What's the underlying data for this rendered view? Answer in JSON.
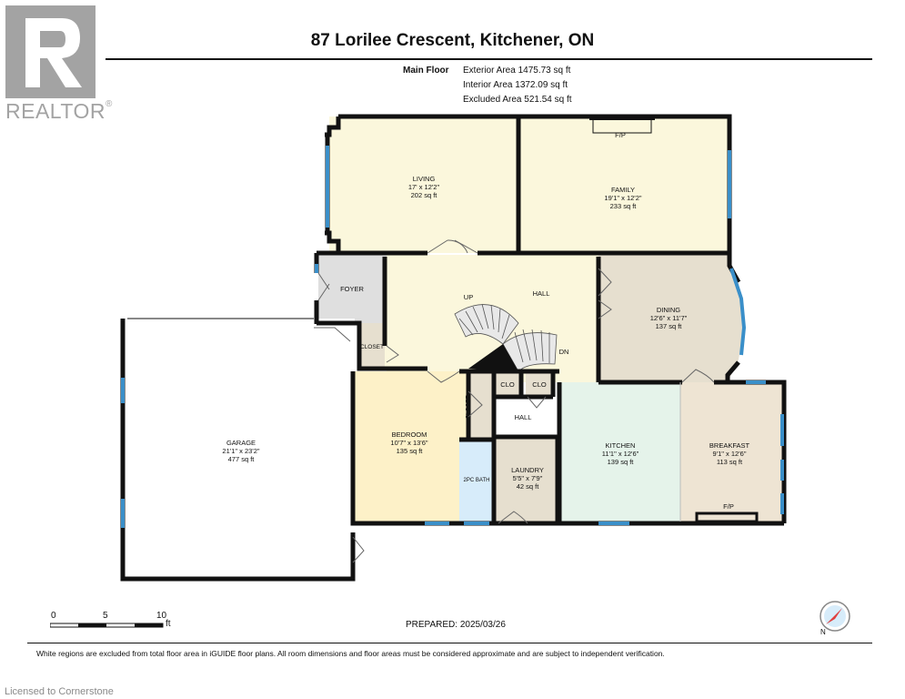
{
  "header": {
    "title": "87 Lorilee Crescent, Kitchener, ON",
    "floor_label": "Main Floor",
    "exterior_area": "Exterior Area 1475.73 sq ft",
    "interior_area": "Interior Area 1372.09 sq ft",
    "excluded_area": "Excluded Area 521.54 sq ft"
  },
  "logo": {
    "text": "REALTOR",
    "mark": "®",
    "icon": "realtor-r-logo"
  },
  "rooms": {
    "living": {
      "name": "LIVING",
      "dims": "17' x 12'2\"",
      "area": "202 sq ft",
      "color": "#fbf7dc"
    },
    "family": {
      "name": "FAMILY",
      "dims": "19'1\" x 12'2\"",
      "area": "233 sq ft",
      "color": "#fbf7dc"
    },
    "fireplace_family": "F/P",
    "foyer": {
      "name": "FOYER",
      "color": "#dfdfdf"
    },
    "hall_main": {
      "name": "HALL",
      "color": "#fbf7dc"
    },
    "stair_up": "UP",
    "stair_dn": "DN",
    "closet_foyer": "CLOSET",
    "dining": {
      "name": "DINING",
      "dims": "12'6\" x 11'7\"",
      "area": "137 sq ft",
      "color": "#e6dfcf"
    },
    "garage": {
      "name": "GARAGE",
      "dims": "21'1\" x 23'2\"",
      "area": "477 sq ft"
    },
    "bedroom": {
      "name": "BEDROOM",
      "dims": "10'7\" x 13'6\"",
      "area": "135 sq ft",
      "color": "#fdf1c8"
    },
    "closet_bed": "CLOSET",
    "clo1": "CLO",
    "clo2": "CLO",
    "hall_small": "HALL",
    "bath": {
      "name": "2PC BATH",
      "color": "#d7ecfa"
    },
    "laundry": {
      "name": "LAUNDRY",
      "dims": "5'5\" x 7'9\"",
      "area": "42 sq ft",
      "color": "#e6dfcf"
    },
    "kitchen": {
      "name": "KITCHEN",
      "dims": "11'1\" x 12'6\"",
      "area": "139 sq ft",
      "color": "#e5f3ea"
    },
    "breakfast": {
      "name": "BREAKFAST",
      "dims": "9'1\" x 12'6\"",
      "area": "113 sq ft",
      "color": "#eee4d3"
    },
    "fireplace_breakfast": "F/P"
  },
  "colors": {
    "wall": "#111111",
    "window": "#3a8fc9",
    "grey_room": "#dfdfdf"
  },
  "scale": {
    "labels": [
      "0",
      "5",
      "10"
    ],
    "unit": "ft"
  },
  "prepared": "PREPARED: 2025/03/26",
  "compass": {
    "label": "N",
    "icon": "compass-icon"
  },
  "disclaimer": "White regions are excluded from total floor area in iGUIDE floor plans. All room dimensions and floor areas must be considered approximate and are subject to independent verification.",
  "license": "Licensed to Cornerstone"
}
